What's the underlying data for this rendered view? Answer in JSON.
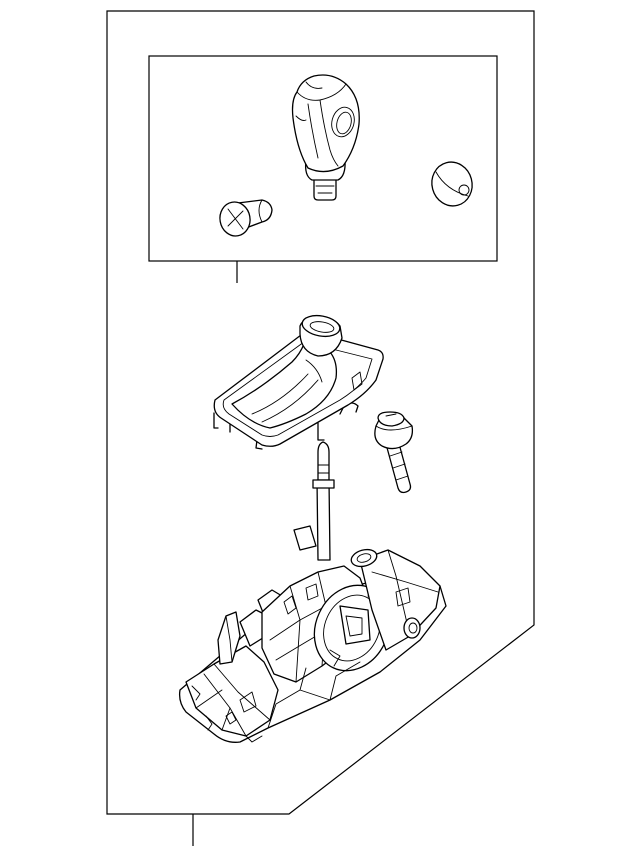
{
  "diagram": {
    "kind": "exploded-parts-illustration",
    "line_color": "#000000",
    "background": "#ffffff",
    "parts": [
      {
        "id": "shift-knob",
        "icon": "shift-knob-icon"
      },
      {
        "id": "knob-screw",
        "icon": "screw-icon"
      },
      {
        "id": "knob-button",
        "icon": "button-cap-icon"
      },
      {
        "id": "shift-boot-bezel",
        "icon": "boot-bezel-icon"
      },
      {
        "id": "mounting-bolt",
        "icon": "bolt-icon"
      },
      {
        "id": "shifter-assembly",
        "icon": "shifter-assembly-icon"
      }
    ]
  }
}
